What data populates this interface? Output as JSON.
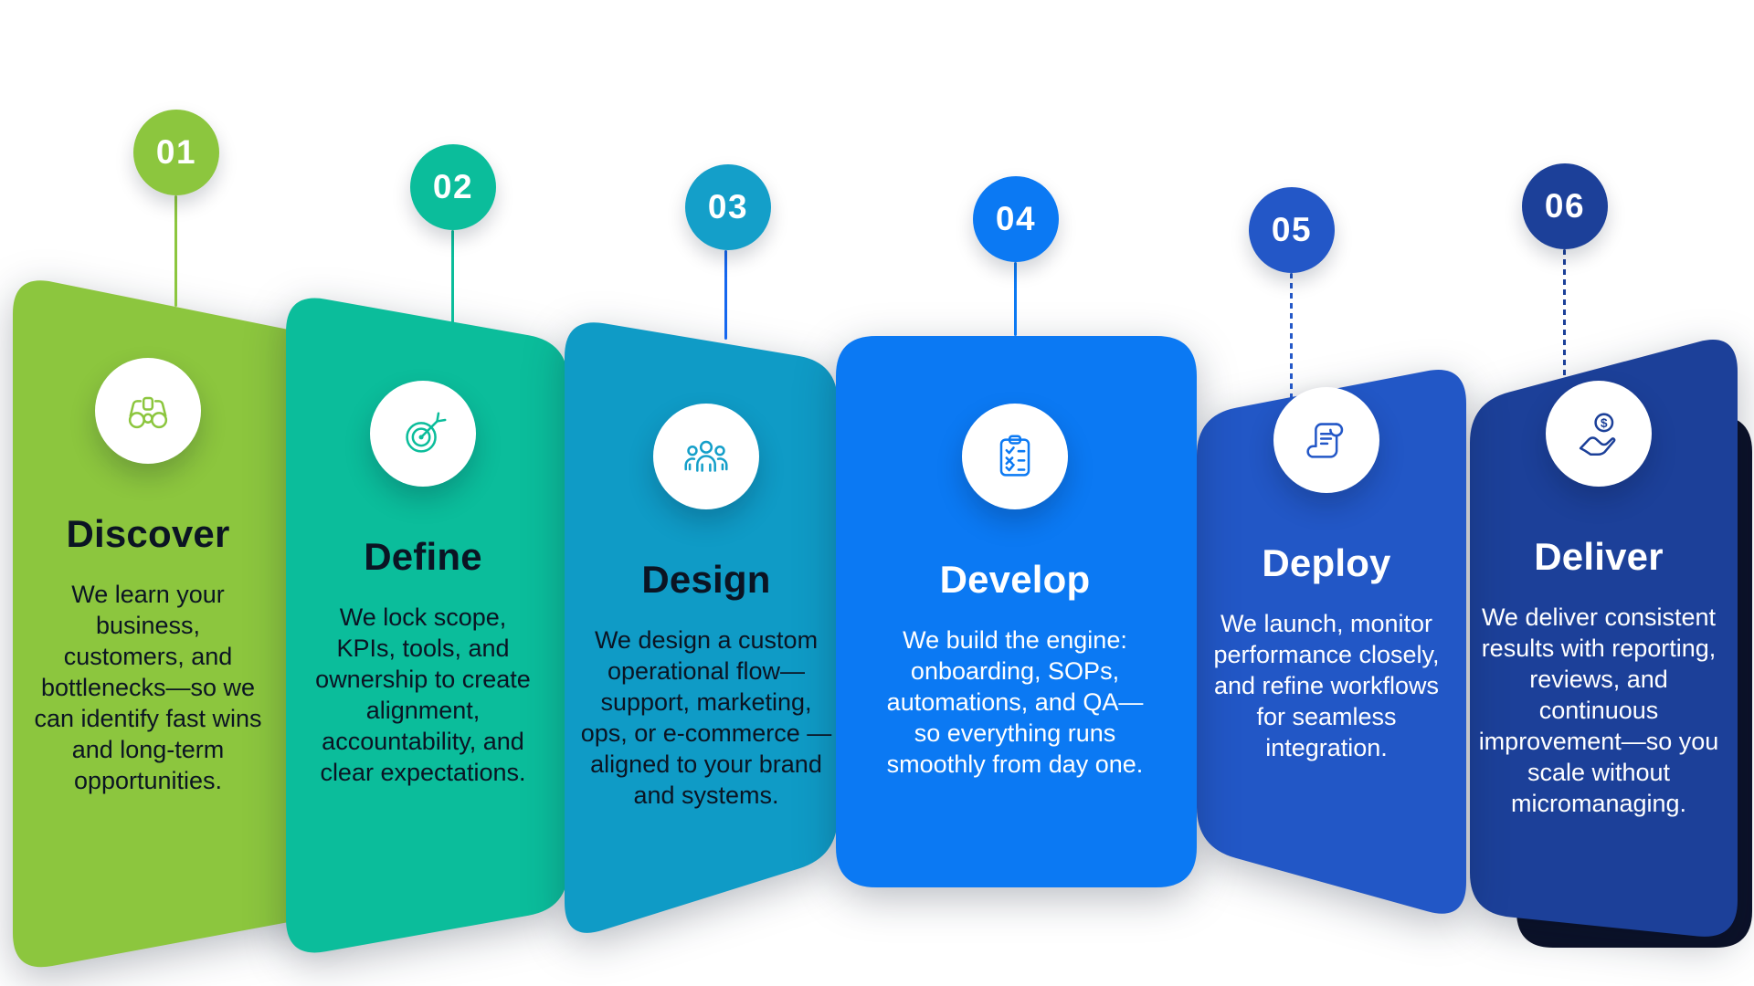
{
  "infographic": {
    "type": "process-steps",
    "step_count": 6
  },
  "steps": [
    {
      "number": "01",
      "title": "Discover",
      "description": "We learn your business, customers, and bottlenecks—so we can identify fast wins and long-term opportunities.",
      "accent_color": "#8CC63E",
      "card_color": "#8CC63E",
      "text_color": "#0B1423",
      "connector_color": "#8CC63E",
      "connector_style": "solid",
      "icon": "binoculars-icon"
    },
    {
      "number": "02",
      "title": "Define",
      "description": "We lock scope, KPIs, tools, and ownership to create alignment, accountability, and clear expectations.",
      "accent_color": "#0BBD9B",
      "card_color": "#0BBD9B",
      "text_color": "#0B1423",
      "connector_color": "#0BBD9B",
      "connector_style": "solid",
      "icon": "target-arrow-icon"
    },
    {
      "number": "03",
      "title": "Design",
      "description": "We design a custom operational flow—support, marketing, ops, or e-commerce — aligned to your brand and systems.",
      "accent_color": "#149FC9",
      "card_color": "#0F9BC6",
      "text_color": "#0B1423",
      "connector_color": "#1567EF",
      "connector_style": "solid",
      "icon": "team-people-icon"
    },
    {
      "number": "04",
      "title": "Develop",
      "description": "We build the engine: onboarding, SOPs, automations, and QA—so everything runs smoothly from day one.",
      "accent_color": "#0B79F3",
      "card_color": "#0B79F3",
      "text_color": "#FFFFFF",
      "connector_color": "#0B79F3",
      "connector_style": "solid",
      "icon": "clipboard-checklist-icon"
    },
    {
      "number": "05",
      "title": "Deploy",
      "description": "We launch, monitor performance closely, and refine workflows for seamless integration.",
      "accent_color": "#2357C7",
      "card_color": "#2257C6",
      "text_color": "#FFFFFF",
      "connector_color": "#2357C7",
      "connector_style": "dotted",
      "icon": "scroll-document-icon"
    },
    {
      "number": "06",
      "title": "Deliver",
      "description": "We deliver consistent results with reporting, reviews, and continuous improvement—so you scale without micromanaging.",
      "accent_color": "#1C4099",
      "card_color": "#1C4099",
      "text_color": "#FFFFFF",
      "connector_color": "#1C4099",
      "connector_style": "dotted",
      "icon": "hand-coin-icon"
    }
  ],
  "colors": {
    "background": "#FFFFFF",
    "icon_circle_bg": "#FFFFFF",
    "card_shadow_panel": "#0B1128"
  }
}
